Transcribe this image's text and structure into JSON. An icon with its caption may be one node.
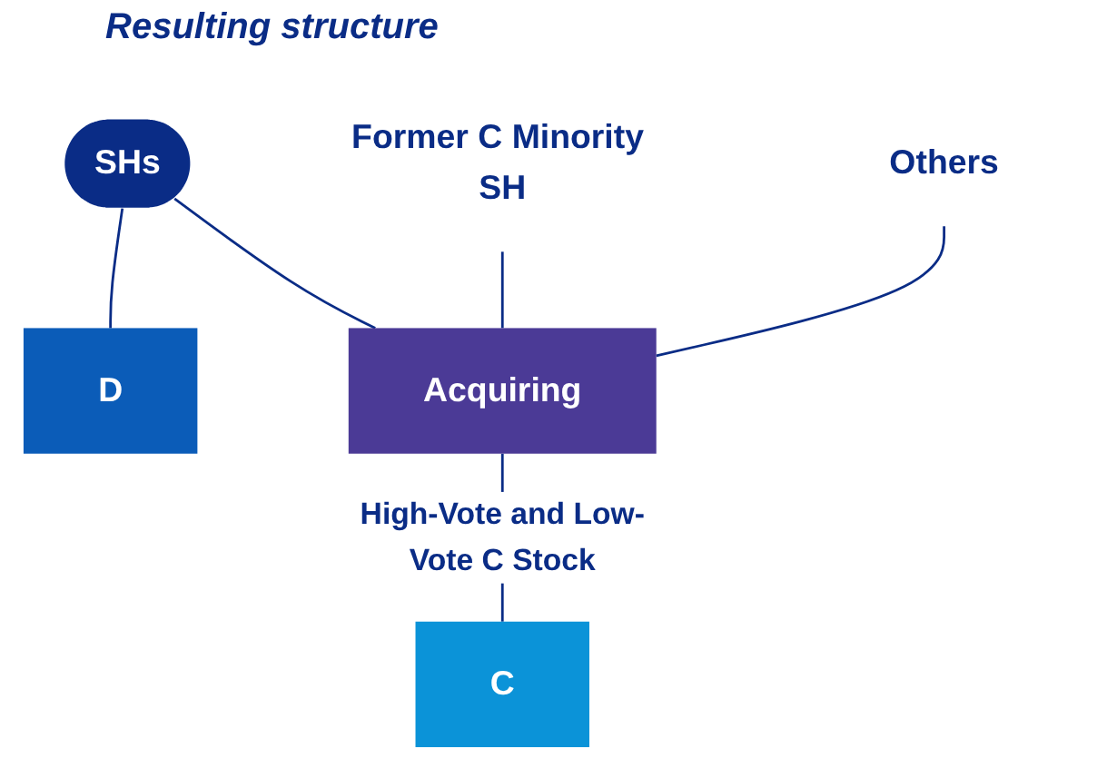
{
  "diagram": {
    "title": "Resulting structure",
    "nodes": [
      {
        "text": [
          "SHs"
        ]
      },
      {
        "text": [
          "Former C Minority SH"
        ]
      },
      {
        "text": [
          "Others"
        ]
      },
      {
        "text": [
          "D"
        ]
      },
      {
        "text": [
          "Acquiring"
        ]
      },
      {
        "text": [
          "C"
        ]
      }
    ],
    "edges": [
      {
        "from": 0,
        "to": 3,
        "arrow": "none"
      },
      {
        "from": 0,
        "to": 4,
        "arrow": "none"
      },
      {
        "from": 1,
        "to": 4,
        "arrow": "none"
      },
      {
        "from": 2,
        "to": 4,
        "arrow": "none"
      },
      {
        "from": 4,
        "to": 5,
        "arrow": "none",
        "label": "High-Vote and Low-Vote C Stock"
      }
    ]
  }
}
